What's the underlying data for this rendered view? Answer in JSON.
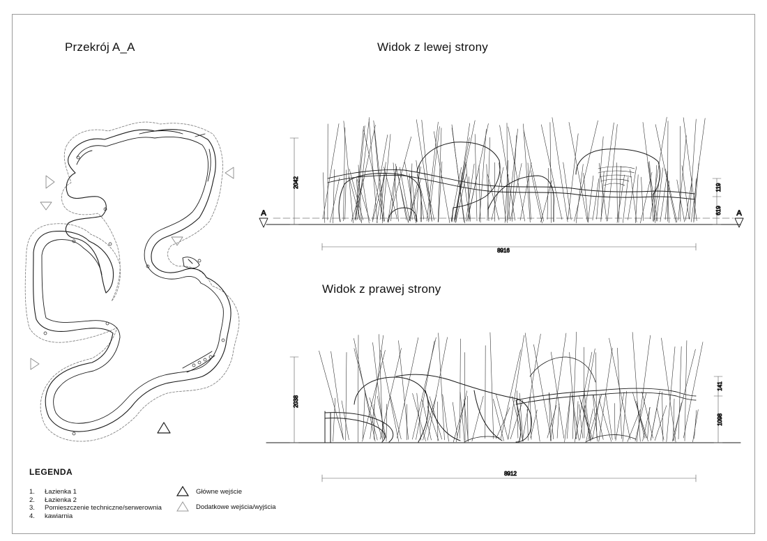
{
  "titles": {
    "section": "Przekrój A_A",
    "left_view": "Widok z lewej strony",
    "right_view": "Widok z prawej strony"
  },
  "dimensions": {
    "left_width": "8916",
    "left_height": "2042",
    "left_upper": "119",
    "left_lower": "619",
    "right_width": "8912",
    "right_height": "2038",
    "right_upper": "141",
    "right_lower": "1098"
  },
  "section_marks": {
    "left": "A",
    "right": "A"
  },
  "legend": {
    "title": "LEGENDA",
    "items": [
      {
        "num": "1.",
        "label": "Łazienka  1"
      },
      {
        "num": "2.",
        "label": "Łazienka  2"
      },
      {
        "num": "3.",
        "label": "Pomieszczenie techniczne/serwerownia"
      },
      {
        "num": "4.",
        "label": "kawiarnia"
      }
    ],
    "symbols": {
      "main_entrance": "Główne wejście",
      "extra_entrance": "Dodatkowe wejścia/wyjścia"
    }
  },
  "colors": {
    "line": "#1a1a1a",
    "light_line": "#9a9a9a",
    "frame": "#9a9a9a"
  }
}
